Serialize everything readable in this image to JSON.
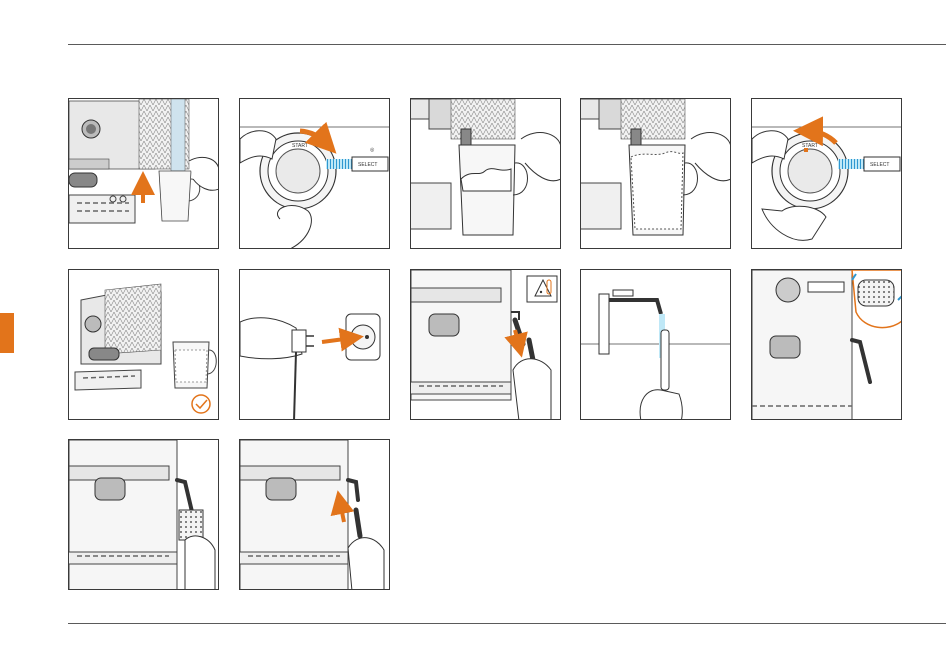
{
  "colors": {
    "accent": "#e2741b",
    "steam": "#8fd3ee",
    "steam_dark": "#2f97d0",
    "line": "#3a3a3a",
    "machine": "#e6e6e6"
  },
  "labels": {
    "steam_start": "START",
    "steam_select": "SELECT"
  },
  "panels": [
    {
      "row": 1,
      "col": 1,
      "icon": "cup-under-steam-wand",
      "arrow": "up"
    },
    {
      "row": 1,
      "col": 2,
      "icon": "knob-turn-to-steam",
      "arrow": "clockwise"
    },
    {
      "row": 1,
      "col": 3,
      "icon": "milk-foaming-cup"
    },
    {
      "row": 1,
      "col": 4,
      "icon": "milk-frothed-cup"
    },
    {
      "row": 1,
      "col": 5,
      "icon": "knob-turn-back",
      "arrow": "counterclockwise"
    },
    {
      "row": 2,
      "col": 1,
      "icon": "machine-with-finished-drink",
      "badge": "check"
    },
    {
      "row": 2,
      "col": 2,
      "icon": "unplug-power",
      "arrow": "right"
    },
    {
      "row": 2,
      "col": 3,
      "icon": "remove-hot-wand-tip",
      "badge": "hot-warning",
      "arrow": "down"
    },
    {
      "row": 2,
      "col": 4,
      "icon": "rinse-tip-under-tap"
    },
    {
      "row": 2,
      "col": 5,
      "icon": "wipe-wand-with-sponge"
    },
    {
      "row": 3,
      "col": 1,
      "icon": "clean-wand-brush"
    },
    {
      "row": 3,
      "col": 2,
      "icon": "reattach-wand-tip",
      "arrow": "up"
    }
  ]
}
